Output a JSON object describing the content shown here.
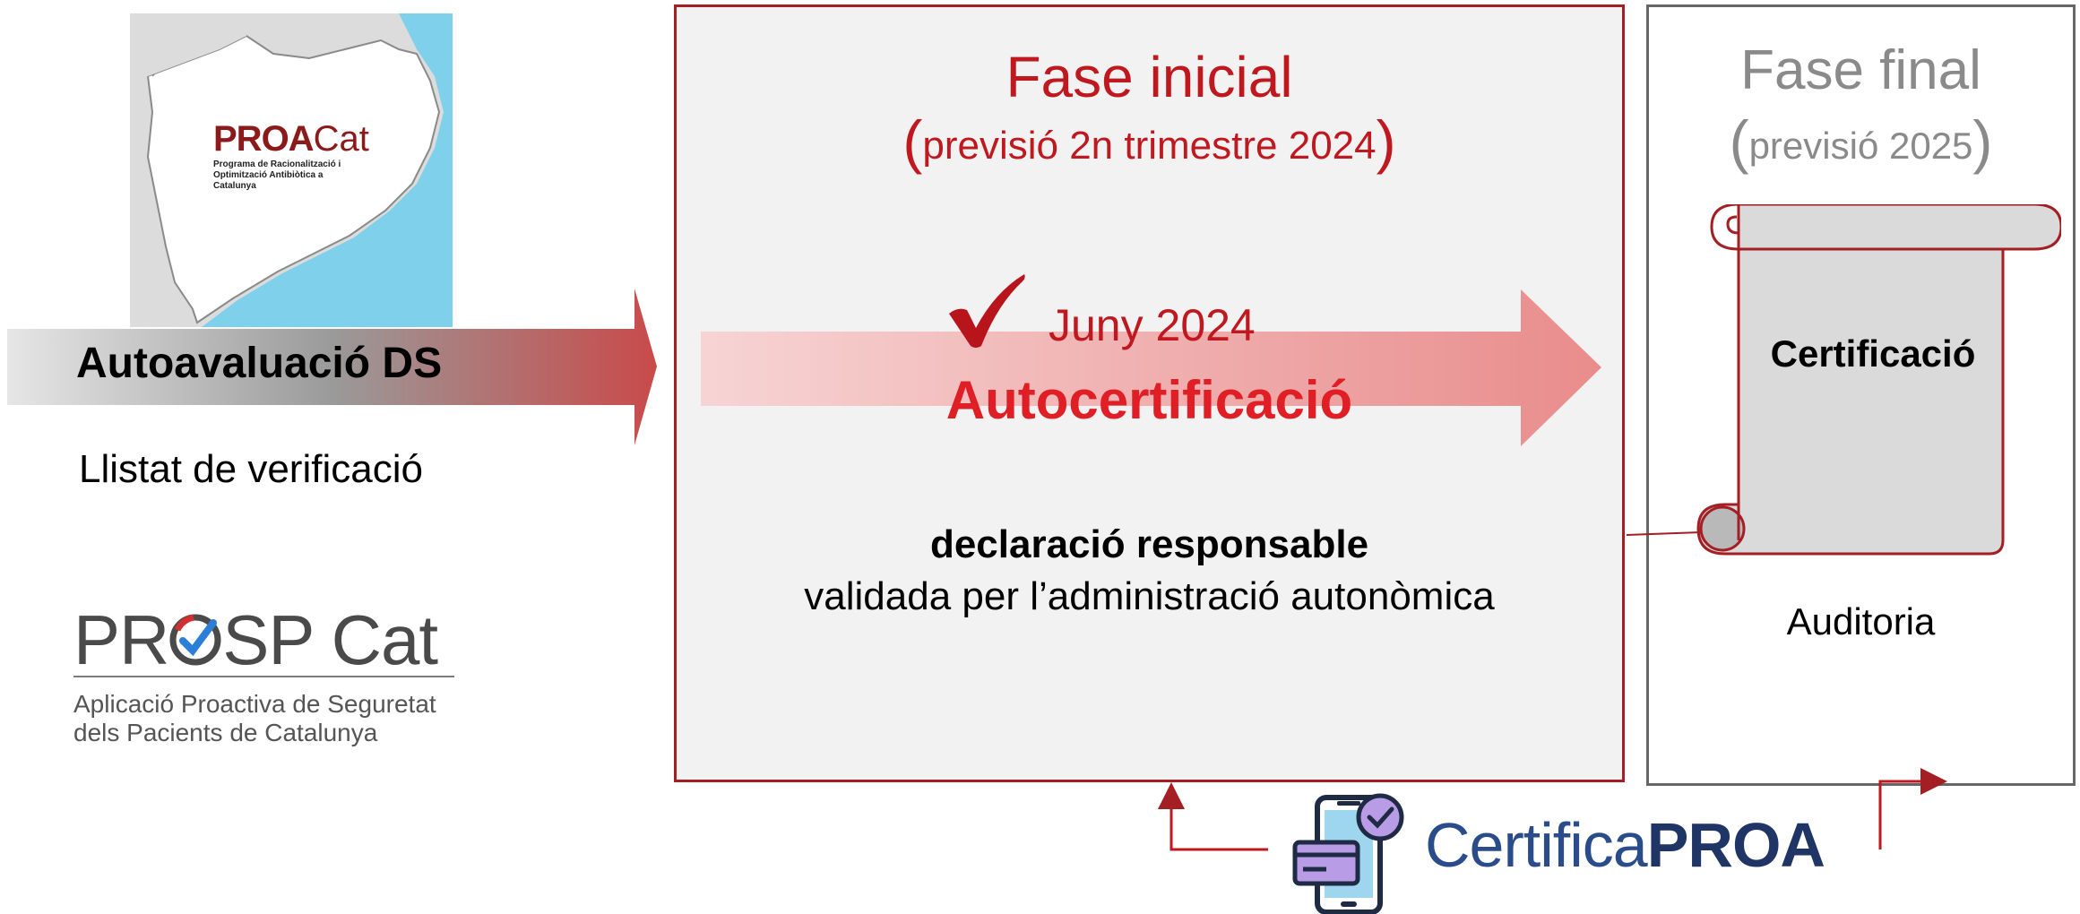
{
  "proacat": {
    "brand_bold": "PROA",
    "brand_light": "Cat",
    "subtitle": "Programa de Racionalització i Optimització Antibiòtica a Catalunya"
  },
  "left_step": {
    "title": "Autoavaluació DS",
    "subtitle": "Llistat de verificació"
  },
  "prosp": {
    "logo_text_1": "PR",
    "logo_text_2": "SP Cat",
    "line1": "Aplicació Proactiva de Seguretat",
    "line2": "dels Pacients de Catalunya"
  },
  "fase_inicial": {
    "title": "Fase inicial",
    "subtitle": "previsió 2n trimestre 2024",
    "date": "Juny 2024",
    "action": "Autocertificació",
    "declaration": "declaració responsable",
    "validation": "validada per l’administració autonòmica"
  },
  "fase_final": {
    "title": "Fase final",
    "subtitle": "previsió 2025",
    "certificate_label": "Certificació",
    "audit_label": "Auditoria"
  },
  "certificaproa": {
    "light": "Certifica",
    "bold": "PROA"
  },
  "colors": {
    "brand_red": "#c0181f",
    "box_border_red": "#a31f24",
    "box_border_grey": "#666666",
    "navy": "#1f3566"
  }
}
